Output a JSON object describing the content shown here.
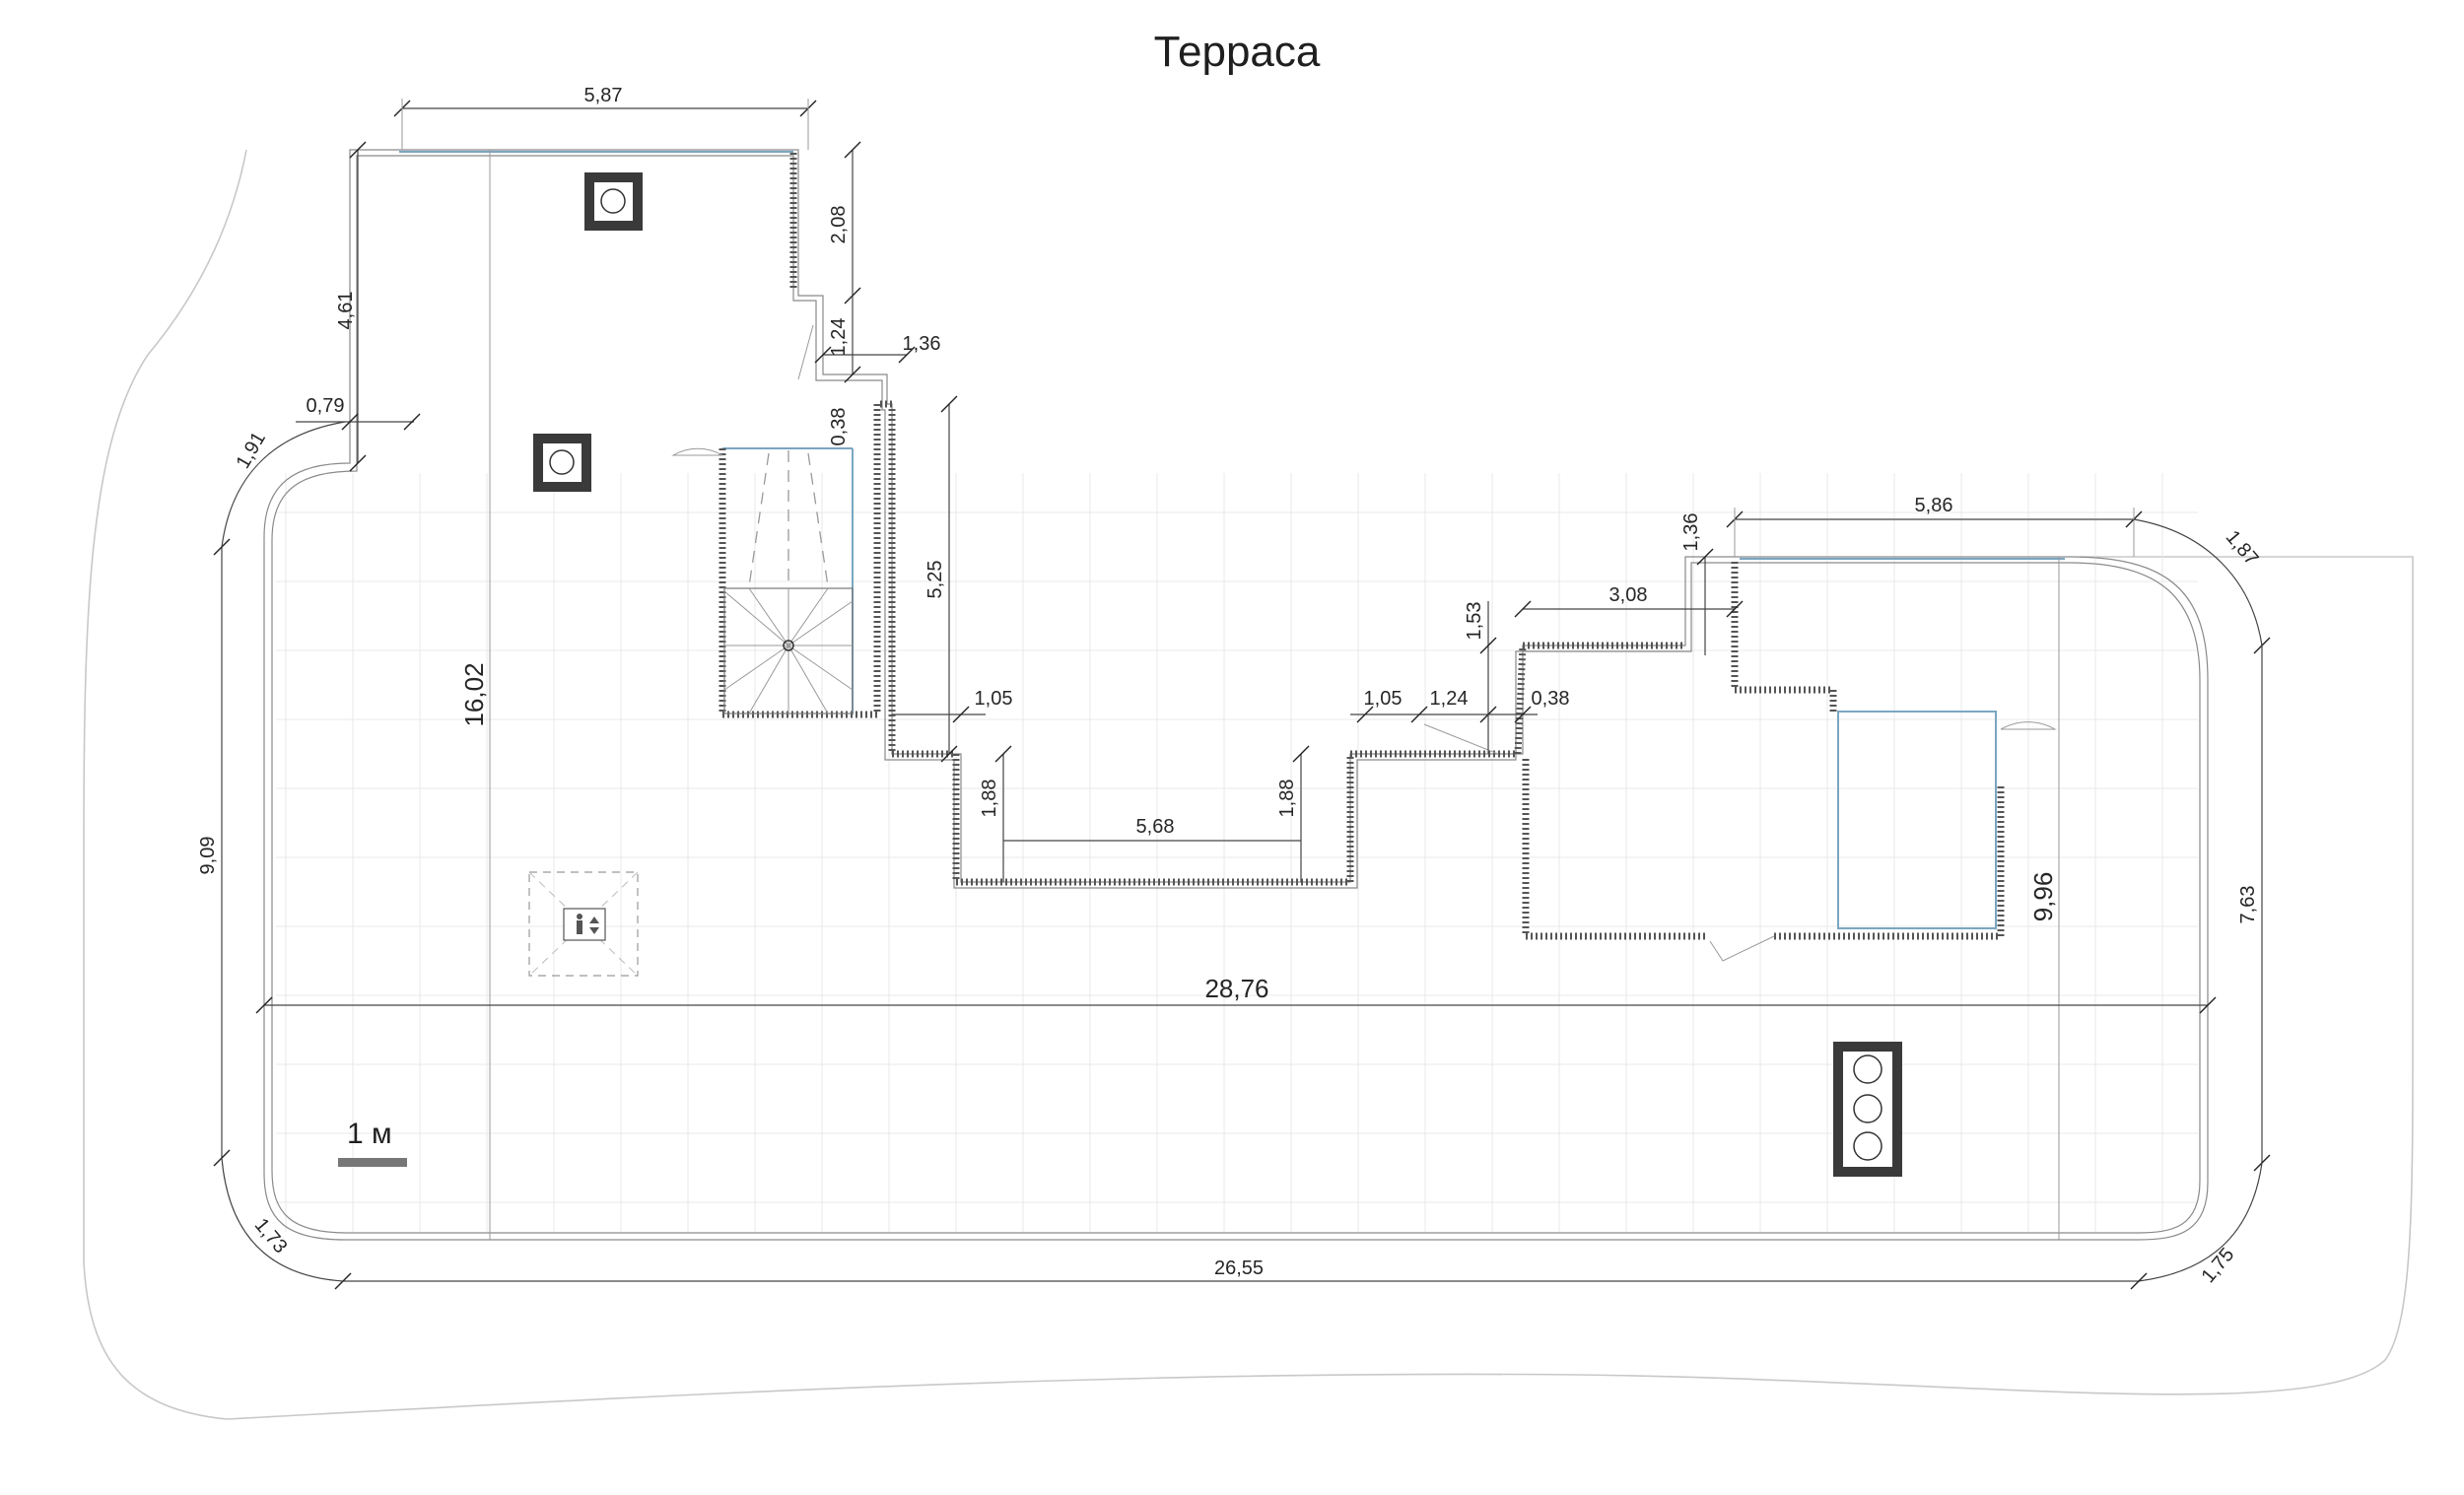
{
  "title": "Терраса",
  "scale_bar": {
    "label": "1 м"
  },
  "dimensions": {
    "top_width_left": "5,87",
    "height_left_top": "4,61",
    "step_left": "0,79",
    "corner_top_left": "1,91",
    "height_right_top": "2,08",
    "door_gap": "1,24",
    "step_right": "1,36",
    "step_small": "0,38",
    "stair_height": "5,25",
    "overall_height_left": "16,02",
    "step_bottom_left": "1,05",
    "notch_depth_left": "1,88",
    "notch_width": "5,68",
    "notch_depth_right": "1,88",
    "step_bottom_right": "1,05",
    "door_gap_right": "1,24",
    "step_small_right": "0,38",
    "step_height_mid": "1,53",
    "step_width_mid": "3,08",
    "step_height_right": "1,36",
    "top_width_right": "5,86",
    "corner_top_right": "1,87",
    "height_left_mid": "9,09",
    "overall_width": "28,76",
    "height_right_mid": "9,96",
    "height_right_outer": "7,63",
    "corner_bottom_left": "1,73",
    "bottom_width": "26,55",
    "corner_bottom_right": "1,75"
  },
  "colors": {
    "glass": "#7aa6c2",
    "wall": "#3a3a3a",
    "outline": "#c8c8c8"
  },
  "icons": [
    "ventilation-shaft-icon",
    "chimney-icon",
    "stair-icon",
    "door-icon",
    "person-icon"
  ]
}
